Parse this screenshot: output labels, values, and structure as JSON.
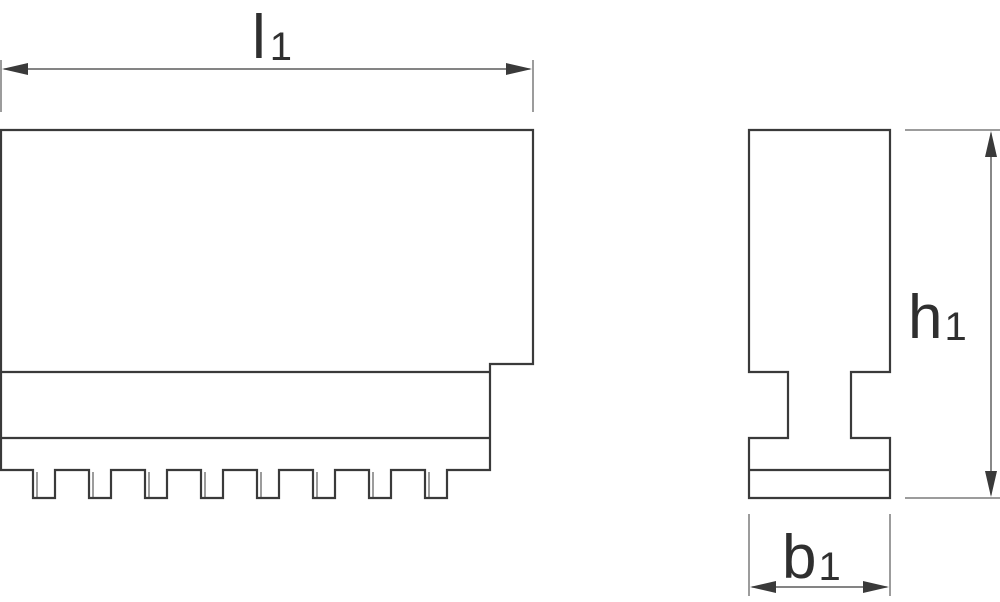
{
  "diagram": {
    "length_label": {
      "main": "l",
      "sub": "1"
    },
    "height_label": {
      "main": "h",
      "sub": "1"
    },
    "width_label": {
      "main": "b",
      "sub": "1"
    },
    "line_color": "#3a3a3a"
  }
}
